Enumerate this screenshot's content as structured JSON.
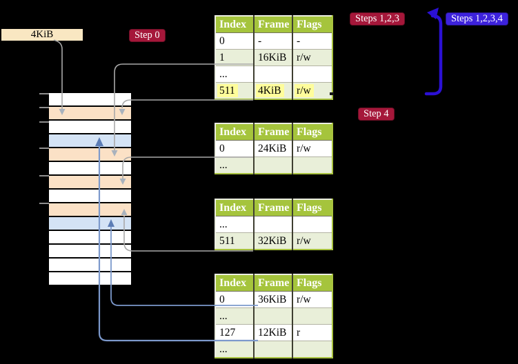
{
  "title_box": {
    "label": "4KiB"
  },
  "step_labels": {
    "step0": "Step 0",
    "steps123": "Steps 1,2,3",
    "steps1234": "Steps 1,2,3,4",
    "step4": "Step 4"
  },
  "table_headers": [
    "Index",
    "Frame",
    "Flags"
  ],
  "page_tables": [
    {
      "id": "level-1",
      "rows": [
        {
          "cells": [
            "0",
            "-",
            "-"
          ],
          "shaded": false,
          "highlight": false
        },
        {
          "cells": [
            "1",
            "16KiB",
            "r/w"
          ],
          "shaded": true,
          "highlight": false
        },
        {
          "cells": [
            "...",
            "",
            ""
          ],
          "shaded": false,
          "highlight": false
        },
        {
          "cells": [
            "511",
            "4KiB",
            "r/w"
          ],
          "shaded": true,
          "highlight": true
        }
      ]
    },
    {
      "id": "level-2",
      "rows": [
        {
          "cells": [
            "0",
            "24KiB",
            "r/w"
          ],
          "shaded": false,
          "highlight": false
        },
        {
          "cells": [
            "...",
            "",
            ""
          ],
          "shaded": true,
          "highlight": false
        }
      ]
    },
    {
      "id": "level-3",
      "rows": [
        {
          "cells": [
            "...",
            "",
            ""
          ],
          "shaded": false,
          "highlight": false
        },
        {
          "cells": [
            "511",
            "32KiB",
            "r/w"
          ],
          "shaded": true,
          "highlight": false
        }
      ]
    },
    {
      "id": "level-4",
      "rows": [
        {
          "cells": [
            "0",
            "36KiB",
            "r/w"
          ],
          "shaded": false,
          "highlight": false
        },
        {
          "cells": [
            "...",
            "",
            ""
          ],
          "shaded": true,
          "highlight": false
        },
        {
          "cells": [
            "127",
            "12KiB",
            "r"
          ],
          "shaded": false,
          "highlight": false
        },
        {
          "cells": [
            "...",
            "",
            ""
          ],
          "shaded": true,
          "highlight": false
        }
      ]
    }
  ],
  "memory_rows": [
    "empty",
    "page-table",
    "empty",
    "data-page",
    "page-table",
    "empty",
    "page-table",
    "empty",
    "page-table",
    "data-page",
    "empty",
    "empty",
    "empty",
    "empty"
  ],
  "colors": {
    "page_table_frame": "#FBE1C6",
    "data_page_frame": "#D4E3F5",
    "table_header_green": "#A5C43C",
    "table_row_shaded": "#E9EFD9",
    "highlight_yellow": "#FEFD9B",
    "label_red": "#A5173A",
    "label_blue": "#3D22DC",
    "arrow_gray": "#A9A9A9",
    "arrow_steel_blue": "#7C99CC",
    "arrow_violet": "#2B10D4",
    "legend_box_wheat": "#F9E7C2"
  }
}
